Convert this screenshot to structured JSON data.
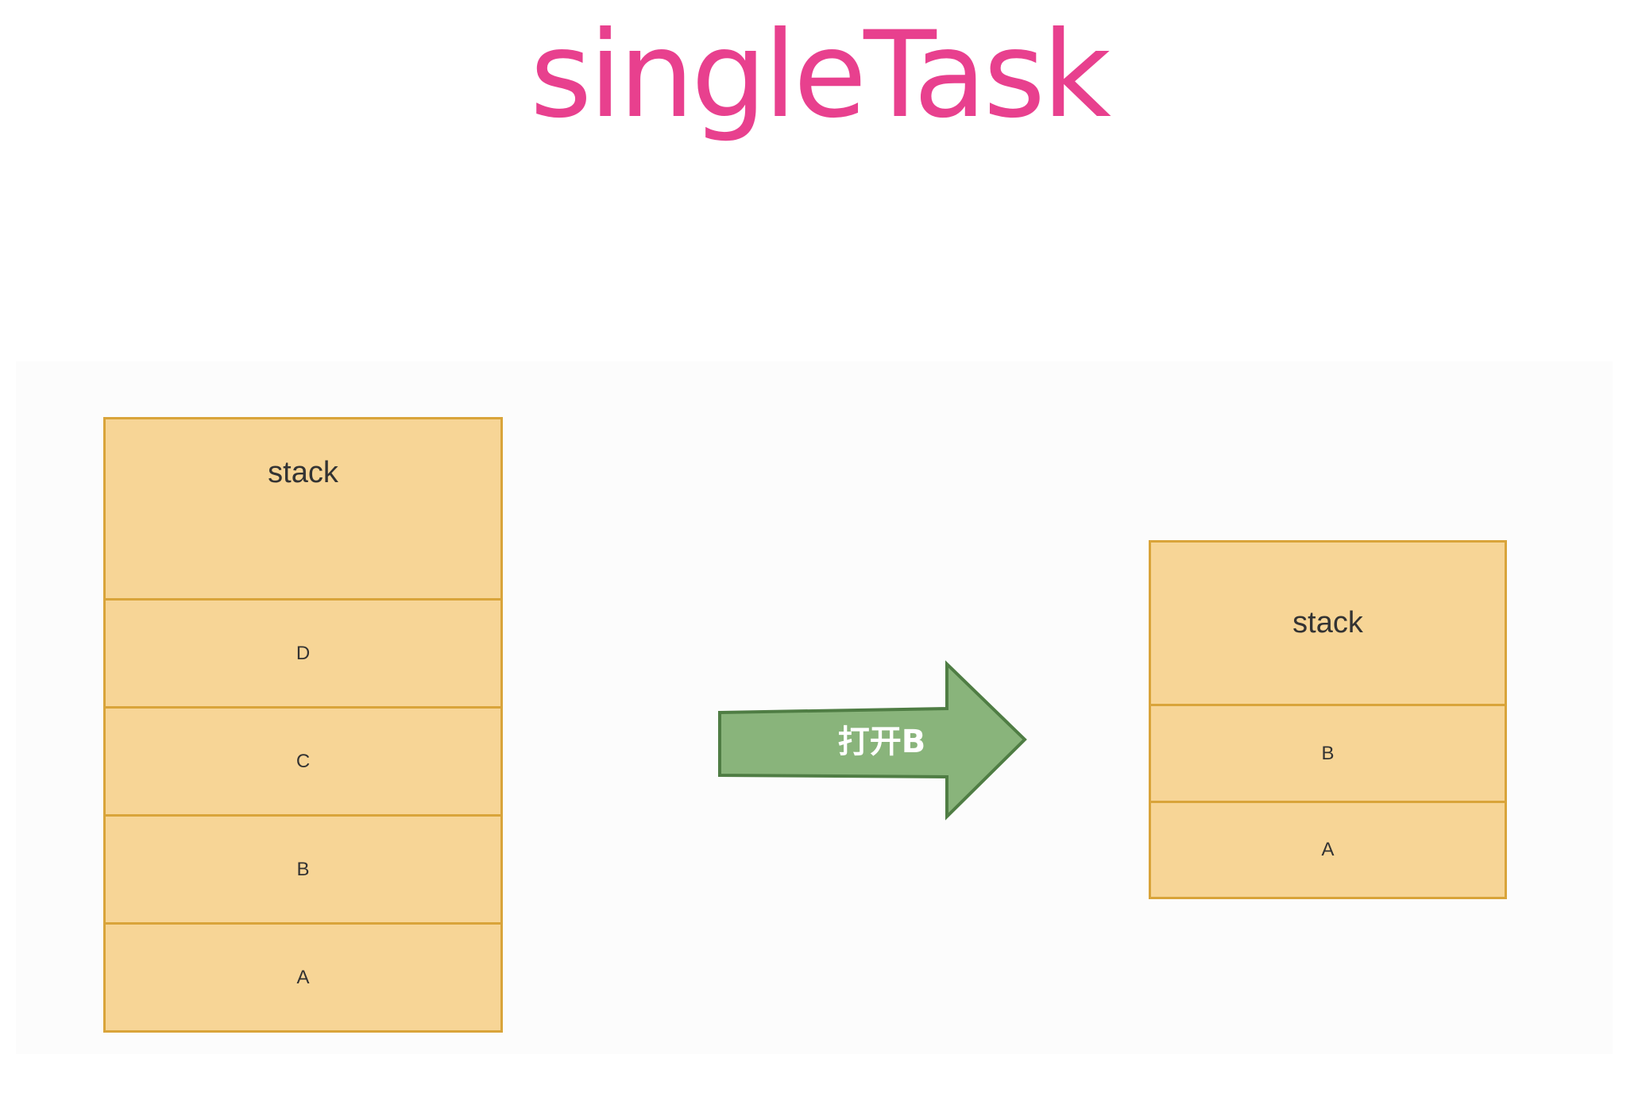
{
  "title": "singleTask",
  "colors": {
    "title": "#e8408e",
    "stack_fill": "#f7d596",
    "stack_border": "#d9a43a",
    "arrow_fill": "#89b47b",
    "arrow_border": "#4f7d44"
  },
  "before": {
    "header": "stack",
    "items": [
      "D",
      "C",
      "B",
      "A"
    ]
  },
  "arrow": {
    "label": "打开B"
  },
  "after": {
    "header": "stack",
    "items": [
      "B",
      "A"
    ]
  }
}
